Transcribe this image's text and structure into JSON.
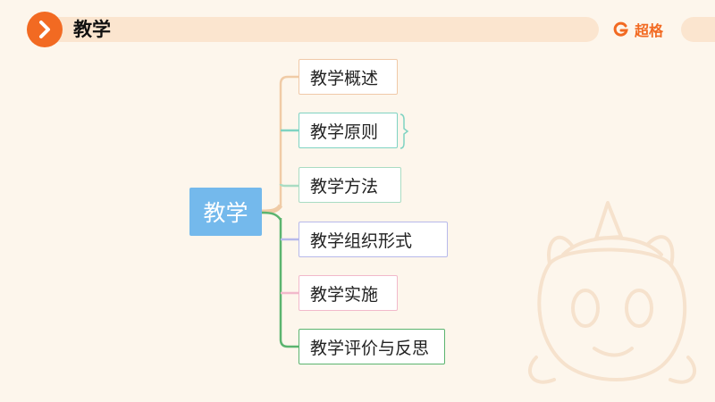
{
  "header": {
    "title": "教学",
    "brand_text": "超格"
  },
  "mindmap": {
    "root": "教学",
    "branches": [
      {
        "label": "教学概述",
        "color": "#f0c9a8"
      },
      {
        "label": "教学原则",
        "color": "#7fd3c2"
      },
      {
        "label": "教学方法",
        "color": "#a9dcc3"
      },
      {
        "label": "教学组织形式",
        "color": "#b7b9ea"
      },
      {
        "label": "教学实施",
        "color": "#f2b9cb"
      },
      {
        "label": "教学评价与反思",
        "color": "#5bb46f"
      }
    ]
  },
  "colors": {
    "accent": "#f26a22",
    "header_bar": "#fbe5cf",
    "root_fill": "#74b9ec",
    "upper_trunk": "#f0cba6",
    "lower_trunk": "#5bb46f"
  },
  "icons": {
    "logo": "chevron-right-icon",
    "brand": "brand-logo-icon",
    "mascot": "unicorn-mascot"
  }
}
